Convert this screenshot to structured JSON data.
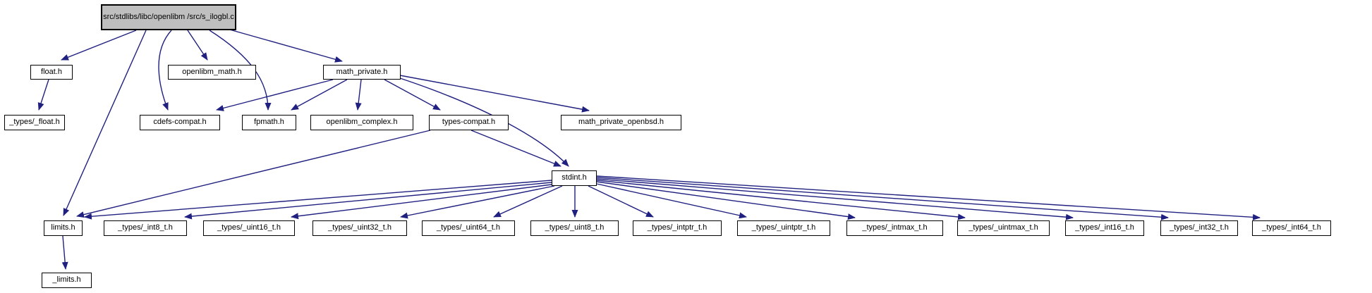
{
  "diagram": {
    "type": "include-dependency-graph",
    "colors": {
      "edge": "#202080",
      "node_fill": "#ffffff",
      "node_border": "#000000",
      "root_fill": "#bfbfbf",
      "text": "#000000",
      "background": "#ffffff"
    },
    "nodes": [
      {
        "id": "s-ilogbl-c",
        "label": "src/stdlibs/libc/openlibm /src/s_ilogbl.c",
        "root": true
      },
      {
        "id": "float-h",
        "label": "float.h"
      },
      {
        "id": "openlibm-math-h",
        "label": "openlibm_math.h"
      },
      {
        "id": "math-private-h",
        "label": "math_private.h"
      },
      {
        "id": "types-float-h",
        "label": "_types/_float.h"
      },
      {
        "id": "cdefs-compat-h",
        "label": "cdefs-compat.h"
      },
      {
        "id": "fpmath-h",
        "label": "fpmath.h"
      },
      {
        "id": "openlibm-complex-h",
        "label": "openlibm_complex.h"
      },
      {
        "id": "types-compat-h",
        "label": "types-compat.h"
      },
      {
        "id": "math-private-openbsd-h",
        "label": "math_private_openbsd.h"
      },
      {
        "id": "stdint-h",
        "label": "stdint.h"
      },
      {
        "id": "limits-h",
        "label": "limits.h"
      },
      {
        "id": "types-int8-t-h",
        "label": "_types/_int8_t.h"
      },
      {
        "id": "types-uint16-t-h",
        "label": "_types/_uint16_t.h"
      },
      {
        "id": "types-uint32-t-h",
        "label": "_types/_uint32_t.h"
      },
      {
        "id": "types-uint64-t-h",
        "label": "_types/_uint64_t.h"
      },
      {
        "id": "types-uint8-t-h",
        "label": "_types/_uint8_t.h"
      },
      {
        "id": "types-intptr-t-h",
        "label": "_types/_intptr_t.h"
      },
      {
        "id": "types-uintptr-t-h",
        "label": "_types/_uintptr_t.h"
      },
      {
        "id": "types-intmax-t-h",
        "label": "_types/_intmax_t.h"
      },
      {
        "id": "types-uintmax-t-h",
        "label": "_types/_uintmax_t.h"
      },
      {
        "id": "types-int16-t-h",
        "label": "_types/_int16_t.h"
      },
      {
        "id": "types-int32-t-h",
        "label": "_types/_int32_t.h"
      },
      {
        "id": "types-int64-t-h",
        "label": "_types/_int64_t.h"
      },
      {
        "id": "u-limits-h",
        "label": "_limits.h"
      }
    ],
    "edges": [
      {
        "from": "s-ilogbl-c",
        "to": "float-h"
      },
      {
        "from": "s-ilogbl-c",
        "to": "openlibm-math-h"
      },
      {
        "from": "s-ilogbl-c",
        "to": "math-private-h"
      },
      {
        "from": "s-ilogbl-c",
        "to": "cdefs-compat-h"
      },
      {
        "from": "s-ilogbl-c",
        "to": "fpmath-h"
      },
      {
        "from": "s-ilogbl-c",
        "to": "limits-h"
      },
      {
        "from": "float-h",
        "to": "types-float-h"
      },
      {
        "from": "math-private-h",
        "to": "cdefs-compat-h"
      },
      {
        "from": "math-private-h",
        "to": "fpmath-h"
      },
      {
        "from": "math-private-h",
        "to": "openlibm-complex-h"
      },
      {
        "from": "math-private-h",
        "to": "types-compat-h"
      },
      {
        "from": "math-private-h",
        "to": "math-private-openbsd-h"
      },
      {
        "from": "math-private-h",
        "to": "stdint-h"
      },
      {
        "from": "types-compat-h",
        "to": "stdint-h"
      },
      {
        "from": "types-compat-h",
        "to": "limits-h"
      },
      {
        "from": "stdint-h",
        "to": "limits-h"
      },
      {
        "from": "stdint-h",
        "to": "types-int8-t-h"
      },
      {
        "from": "stdint-h",
        "to": "types-uint16-t-h"
      },
      {
        "from": "stdint-h",
        "to": "types-uint32-t-h"
      },
      {
        "from": "stdint-h",
        "to": "types-uint64-t-h"
      },
      {
        "from": "stdint-h",
        "to": "types-uint8-t-h"
      },
      {
        "from": "stdint-h",
        "to": "types-intptr-t-h"
      },
      {
        "from": "stdint-h",
        "to": "types-uintptr-t-h"
      },
      {
        "from": "stdint-h",
        "to": "types-intmax-t-h"
      },
      {
        "from": "stdint-h",
        "to": "types-uintmax-t-h"
      },
      {
        "from": "stdint-h",
        "to": "types-int16-t-h"
      },
      {
        "from": "stdint-h",
        "to": "types-int32-t-h"
      },
      {
        "from": "stdint-h",
        "to": "types-int64-t-h"
      },
      {
        "from": "limits-h",
        "to": "u-limits-h"
      }
    ]
  }
}
